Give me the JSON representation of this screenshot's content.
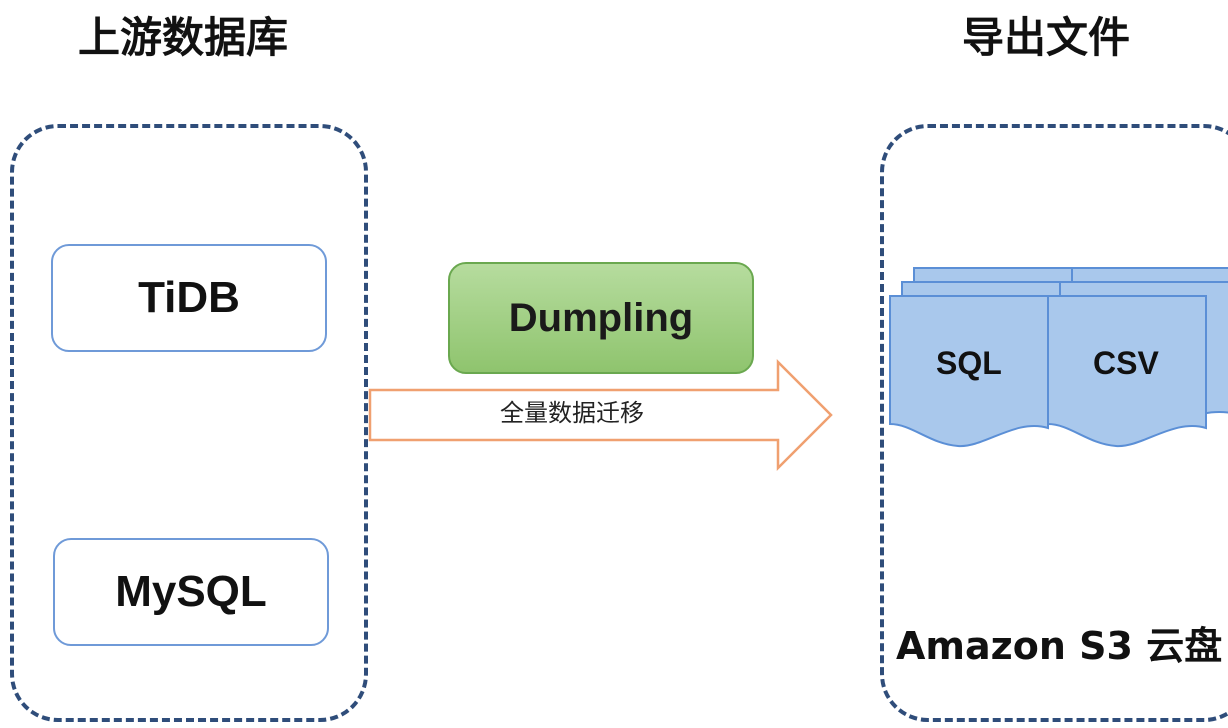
{
  "headings": {
    "upstream": "上游数据库",
    "export": "导出文件"
  },
  "upstream": {
    "databases": [
      "TiDB",
      "MySQL"
    ]
  },
  "tool": {
    "label": "Dumpling"
  },
  "arrow": {
    "label": "全量数据迁移"
  },
  "export": {
    "files": [
      "SQL",
      "CSV"
    ],
    "storage": "Amazon S3 云盘"
  },
  "colors": {
    "group_border": "#2f4d7a",
    "db_border": "#6f9ad8",
    "tool_fill": "#8fc46e",
    "tool_border": "#6aa84f",
    "arrow_stroke": "#f0a070",
    "document_fill": "#a9c8ec",
    "document_stroke": "#5b8fd6"
  }
}
